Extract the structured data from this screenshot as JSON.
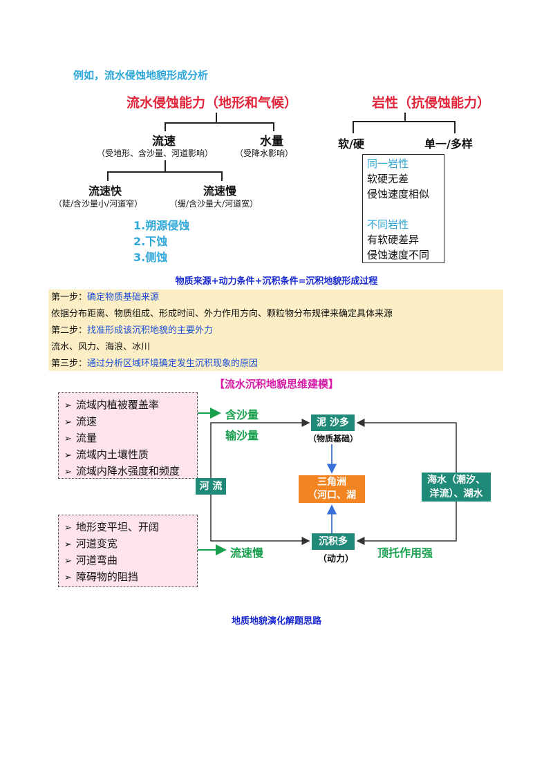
{
  "intro": "例如，流水侵蚀地貌形成分析",
  "erosion": {
    "title": "流水侵蚀能力（地形和气候）",
    "speed": "流速",
    "speed_note": "（受地形、含沙量、河道影响）",
    "volume": "水量",
    "volume_note": "（受降水影响）",
    "fast": "流速快",
    "fast_note": "（陡/含沙量小/河道窄）",
    "slow": "流速慢",
    "slow_note": "（缓/含沙量大/河道宽）",
    "types": [
      "1.朔源侵蚀",
      "2.下蚀",
      "3.侧蚀"
    ]
  },
  "rock": {
    "title": "岩性（抗侵蚀能力）",
    "soft_hard": "软/硬",
    "single_multi": "单一/多样",
    "same_title": "同一岩性",
    "same_lines": [
      "软硬无差",
      "侵蚀速度相似"
    ],
    "diff_title": "不同岩性",
    "diff_lines": [
      "有软硬差异",
      "侵蚀速度不同"
    ]
  },
  "formula": "物质来源+动力条件+沉积条件=沉积地貌形成过程",
  "steps": [
    {
      "prefix": "第一步：",
      "highlight": "确定物质基础来源"
    },
    {
      "text": "依据分布距离、物质组成、形成时间、外力作用方向、颗粒物分布规律来确定具体来源"
    },
    {
      "prefix": "第二步：",
      "highlight": "找准形成该沉积地貌的主要外力"
    },
    {
      "text": "流水、风力、海浪、冰川"
    },
    {
      "prefix": "第三步：",
      "highlight": "通过分析区域环境确定发生沉积现象的原因"
    }
  ],
  "model": {
    "title": "【流水沉积地貌思维建模】",
    "box1": [
      "流域内植被覆盖率",
      "流速",
      "流量",
      "流域内土壤性质",
      "流域内降水强度和频度"
    ],
    "box2": [
      "地形变平坦、开阔",
      "河道变宽",
      "河道弯曲",
      "障碍物的阻挡"
    ],
    "sediment_content": "含沙量",
    "sediment_transport": "输沙量",
    "slow_flow": "流速慢",
    "river": "河 流",
    "mud": "泥 沙多",
    "mud_note": "（物质基础）",
    "delta_line1": "三角洲",
    "delta_line2": "（河口、湖",
    "deposit": "沉积多",
    "deposit_note": "（动力）",
    "support": "顶托作用强",
    "sea_line1": "海水（潮汐、",
    "sea_line2": "洋流）、湖水"
  },
  "footer": "地质地貌演化解题思路"
}
